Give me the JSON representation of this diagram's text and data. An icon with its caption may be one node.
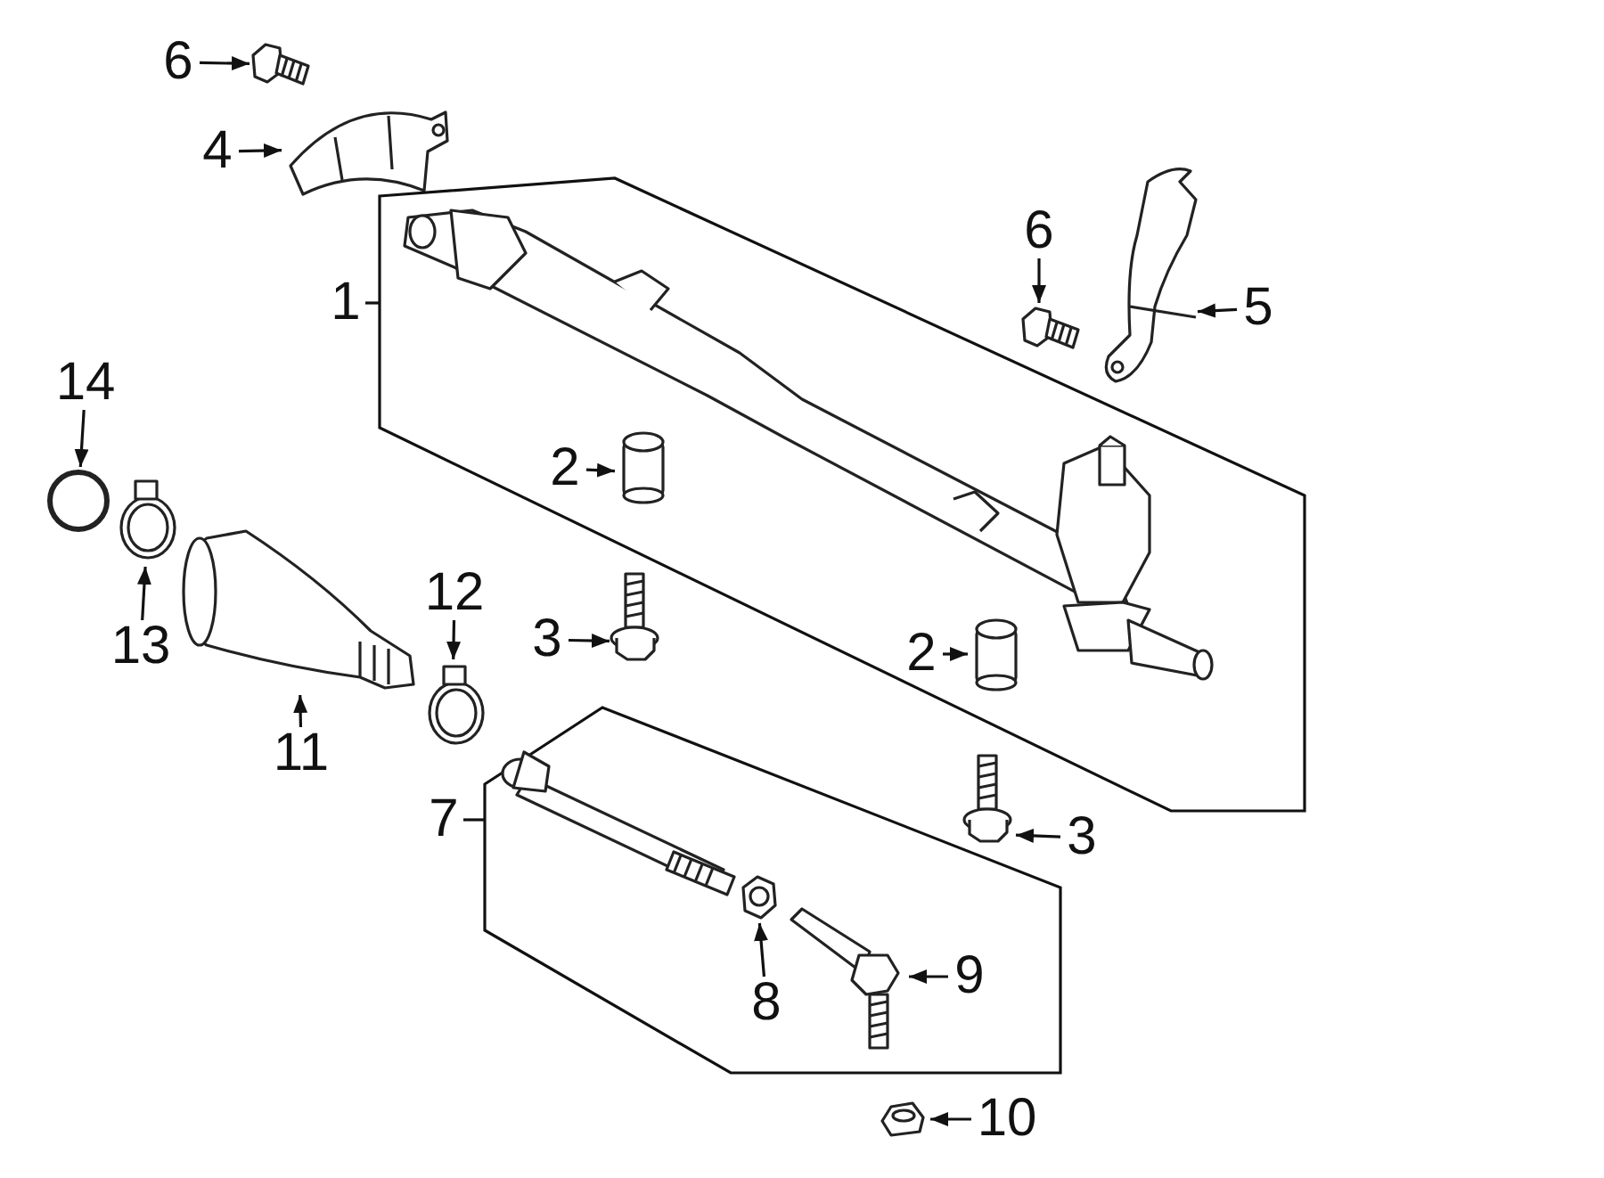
{
  "diagram": {
    "nodes": [
      {
        "text": [
          "6"
        ]
      },
      {
        "text": [],
        "shape": "picture"
      },
      {
        "text": [
          "4"
        ]
      },
      {
        "text": [],
        "shape": "picture"
      },
      {
        "text": [
          "1"
        ]
      },
      {
        "text": [],
        "shape": "box"
      },
      {
        "text": [],
        "shape": "picture",
        "in": 5
      },
      {
        "text": [
          "6"
        ]
      },
      {
        "text": [],
        "shape": "picture"
      },
      {
        "text": [
          "5"
        ]
      },
      {
        "text": [],
        "shape": "picture"
      },
      {
        "text": [
          "14"
        ]
      },
      {
        "text": [],
        "shape": "circle"
      },
      {
        "text": [
          "2"
        ],
        "in": 5
      },
      {
        "text": [],
        "shape": "cylinder",
        "in": 5
      },
      {
        "text": [
          "13"
        ]
      },
      {
        "text": [],
        "shape": "picture"
      },
      {
        "text": [],
        "shape": "picture"
      },
      {
        "text": [
          "11"
        ]
      },
      {
        "text": [
          "12"
        ]
      },
      {
        "text": [],
        "shape": "picture"
      },
      {
        "text": [
          "3"
        ]
      },
      {
        "text": [],
        "shape": "picture"
      },
      {
        "text": [
          "2"
        ],
        "in": 5
      },
      {
        "text": [],
        "shape": "cylinder",
        "in": 5
      },
      {
        "text": [
          "3"
        ]
      },
      {
        "text": [],
        "shape": "picture"
      },
      {
        "text": [
          "7"
        ]
      },
      {
        "text": [],
        "shape": "box"
      },
      {
        "text": [],
        "shape": "picture",
        "in": 28
      },
      {
        "text": [],
        "shape": "picture",
        "in": 28
      },
      {
        "text": [
          "8"
        ],
        "in": 28
      },
      {
        "text": [],
        "shape": "picture",
        "in": 28
      },
      {
        "text": [
          "9"
        ],
        "in": 28
      },
      {
        "text": [],
        "shape": "picture"
      },
      {
        "text": [
          "10"
        ]
      }
    ],
    "edges": [
      {
        "from": 0,
        "to": 1,
        "arrow": "to"
      },
      {
        "from": 2,
        "to": 3,
        "arrow": "to"
      },
      {
        "from": 4,
        "to": 5,
        "arrow": "none"
      },
      {
        "from": 7,
        "to": 8,
        "arrow": "to"
      },
      {
        "from": 9,
        "to": 10,
        "arrow": "to"
      },
      {
        "from": 11,
        "to": 12,
        "arrow": "to"
      },
      {
        "from": 13,
        "to": 14,
        "arrow": "to"
      },
      {
        "from": 15,
        "to": 16,
        "arrow": "to"
      },
      {
        "from": 18,
        "to": 17,
        "arrow": "to"
      },
      {
        "from": 19,
        "to": 20,
        "arrow": "to"
      },
      {
        "from": 21,
        "to": 22,
        "arrow": "to"
      },
      {
        "from": 23,
        "to": 24,
        "arrow": "to"
      },
      {
        "from": 25,
        "to": 26,
        "arrow": "to"
      },
      {
        "from": 27,
        "to": 28,
        "arrow": "none"
      },
      {
        "from": 31,
        "to": 30,
        "arrow": "to"
      },
      {
        "from": 33,
        "to": 32,
        "arrow": "to"
      },
      {
        "from": 35,
        "to": 34,
        "arrow": "to"
      }
    ]
  }
}
